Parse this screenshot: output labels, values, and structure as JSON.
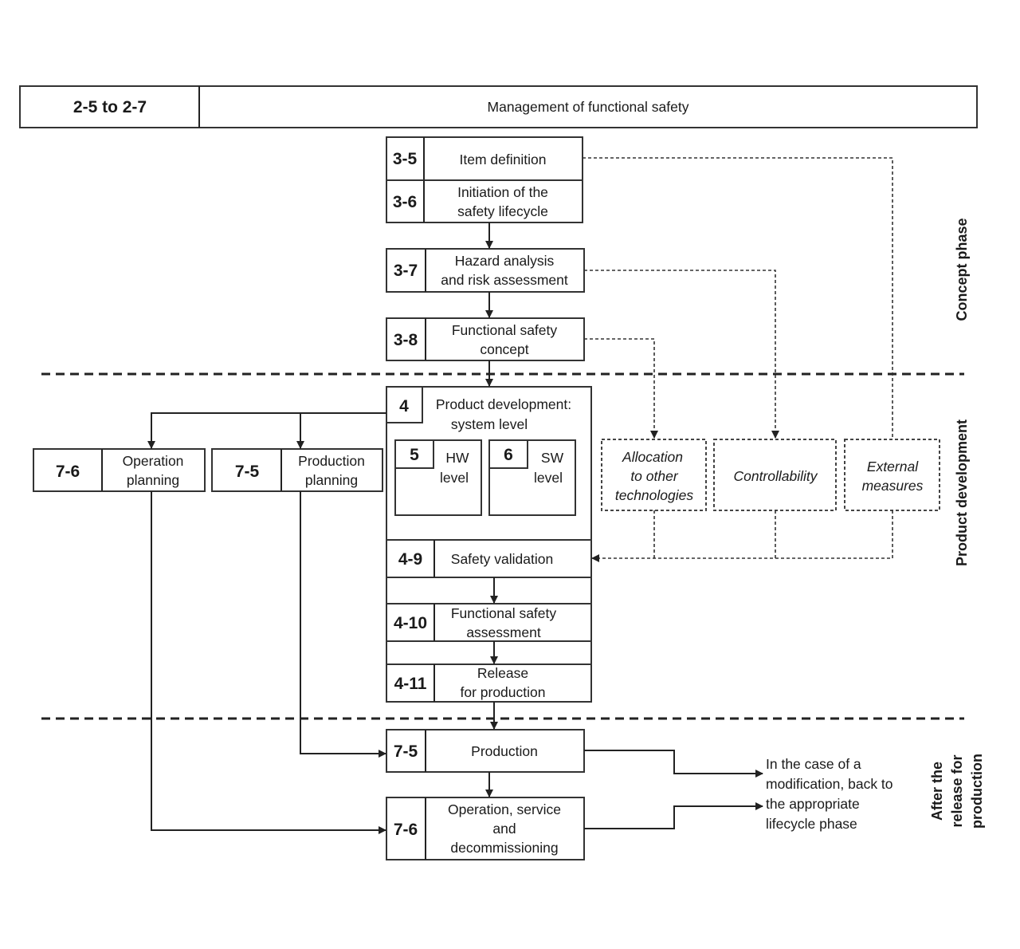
{
  "header": {
    "code": "2-5 to 2-7",
    "title": "Management of functional safety"
  },
  "blocks": {
    "b3_5": {
      "code": "3-5",
      "lines": [
        "Item definition"
      ]
    },
    "b3_6": {
      "code": "3-6",
      "lines": [
        "Initiation of the",
        "safety lifecycle"
      ]
    },
    "b3_7": {
      "code": "3-7",
      "lines": [
        "Hazard analysis",
        "and risk assessment"
      ]
    },
    "b3_8": {
      "code": "3-8",
      "lines": [
        "Functional safety",
        "concept"
      ]
    },
    "b4": {
      "code": "4",
      "lines": [
        "Product development:",
        "system level"
      ]
    },
    "b5": {
      "code": "5",
      "lines": [
        "HW",
        "level"
      ]
    },
    "b6": {
      "code": "6",
      "lines": [
        "SW",
        "level"
      ]
    },
    "b4_9": {
      "code": "4-9",
      "lines": [
        "Safety validation"
      ]
    },
    "b4_10": {
      "code": "4-10",
      "lines": [
        "Functional safety",
        "assessment"
      ]
    },
    "b4_11": {
      "code": "4-11",
      "lines": [
        "Release",
        "for production"
      ]
    },
    "b7_6_plan": {
      "code": "7-6",
      "lines": [
        "Operation",
        "planning"
      ]
    },
    "b7_5_plan": {
      "code": "7-5",
      "lines": [
        "Production",
        "planning"
      ]
    },
    "b7_5": {
      "code": "7-5",
      "lines": [
        "Production"
      ]
    },
    "b7_6": {
      "code": "7-6",
      "lines": [
        "Operation, service",
        "and",
        "decommissioning"
      ]
    }
  },
  "external": {
    "allocation": [
      "Allocation",
      "to other",
      "technologies"
    ],
    "controllability": [
      "Controllability"
    ],
    "external_measures": [
      "External",
      "measures"
    ]
  },
  "note": [
    "In the case of a",
    "modification, back to",
    "the appropriate",
    "lifecycle phase"
  ],
  "phases": {
    "concept": [
      "Concept phase"
    ],
    "product": [
      "Product development"
    ],
    "after": [
      "After the",
      "release for",
      "production"
    ]
  }
}
